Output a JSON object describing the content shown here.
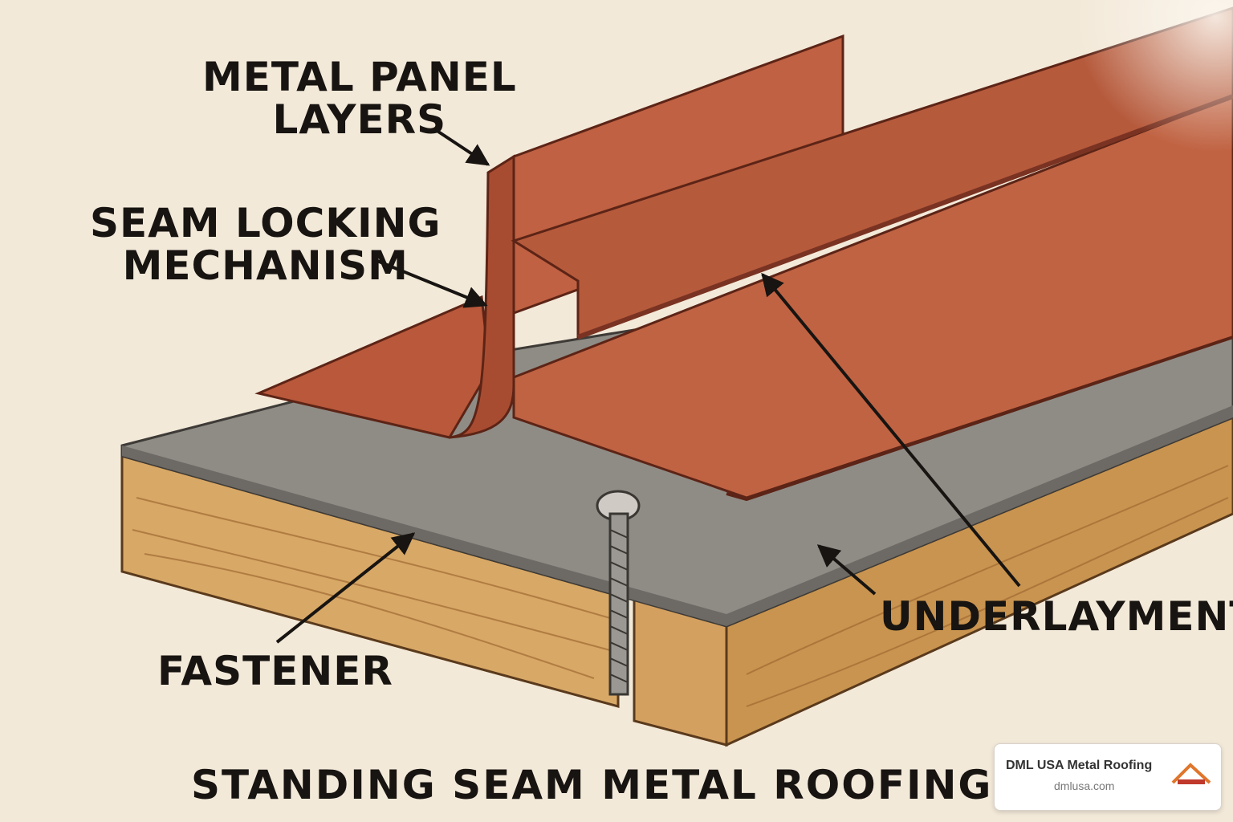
{
  "labels": {
    "metal_panel_layers": [
      "METAL PANEL",
      "LAYERS"
    ],
    "seam_locking": [
      "SEAM LOCKING",
      "MECHANISM"
    ],
    "underlayment": "UNDERLAYMENT",
    "fastener": "FASTENER",
    "title": "STANDING SEAM METAL ROOFING PANE"
  },
  "badge": {
    "name": "DML USA Metal Roofing",
    "url": "dmlusa.com"
  },
  "colors": {
    "background": "#f3e9d9",
    "metal": "#b4563a",
    "metal_dark": "#7a3322",
    "underlayment": "#8d8a84",
    "wood": "#d6a565",
    "ink": "#171411"
  }
}
